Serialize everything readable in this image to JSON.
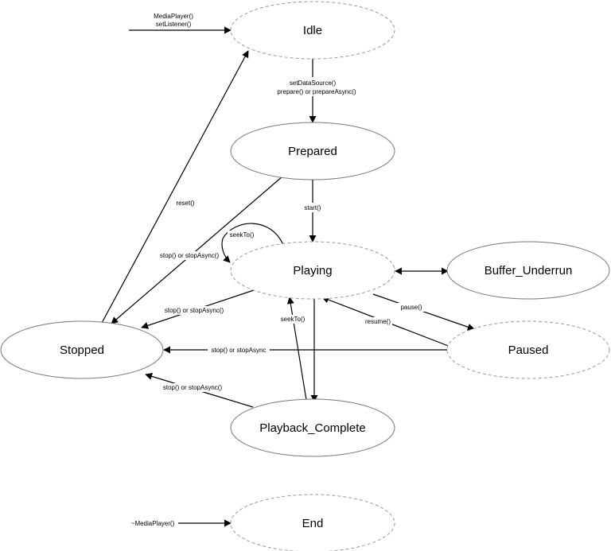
{
  "states": {
    "idle": "Idle",
    "prepared": "Prepared",
    "playing": "Playing",
    "buffer_underrun": "Buffer_Underrun",
    "paused": "Paused",
    "stopped": "Stopped",
    "playback_complete": "Playback_Complete",
    "end": "End"
  },
  "transitions": {
    "init_line1": "MediaPlayer()",
    "init_line2": "setListener()",
    "idle_to_prepared_line1": "setDataSource()",
    "idle_to_prepared_line2": "prepare() or prepareAsync()",
    "start": "start()",
    "seek_playing": "seekTo()",
    "reset": "reset()",
    "prepared_stop": "stop() or stopAsync()",
    "playing_stop": "stop() or stopAsync()",
    "pause": "pause()",
    "resume": "resume()",
    "seek_complete": "seekTo()",
    "paused_stop": "stop() or stopAsync",
    "complete_stop": "stop() or stopAsync()",
    "destructor": "~MediaPlayer()"
  }
}
